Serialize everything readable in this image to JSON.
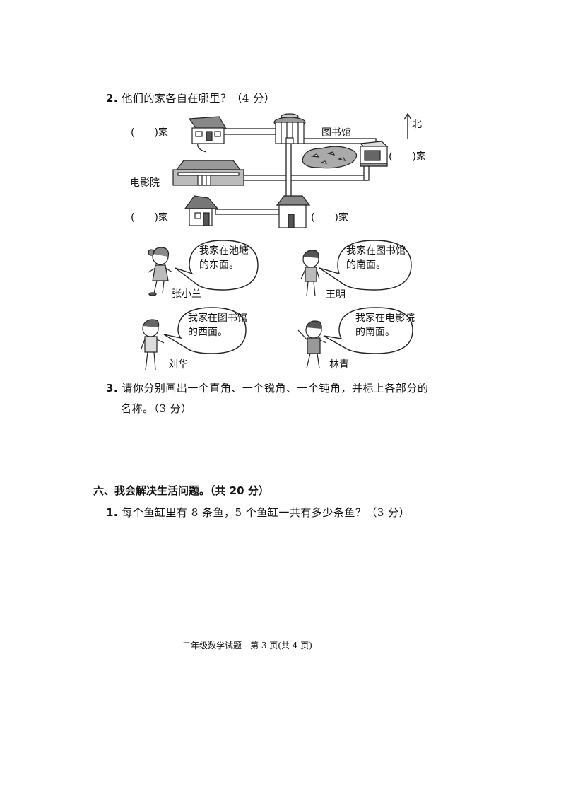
{
  "q2": {
    "number": "2.",
    "text": "他们的家各自在哪里？（4 分）",
    "map": {
      "north": "北",
      "library": "图书馆",
      "cinema": "电影院",
      "home_blank_topleft": "(　　)家",
      "home_blank_right": "(　　)家",
      "home_blank_bottomleft": "(　　)家",
      "home_blank_bottomright": "(　　)家"
    },
    "kids": [
      {
        "name": "张小兰",
        "line1": "我家在池塘",
        "line2": "的东面。"
      },
      {
        "name": "王明",
        "line1": "我家在图书馆",
        "line2": "的南面。"
      },
      {
        "name": "刘华",
        "line1": "我家在图书馆",
        "line2": "的西面。"
      },
      {
        "name": "林青",
        "line1": "我家在电影院",
        "line2": "的南面。"
      }
    ]
  },
  "q3": {
    "number": "3.",
    "line1": "请你分别画出一个直角、一个锐角、一个钝角，并标上各部分的",
    "line2": "名称。（3 分）"
  },
  "section6": {
    "title": "六、我会解决生活问题。（共 20 分）",
    "q1_number": "1.",
    "q1_text": "每个鱼缸里有 8 条鱼，5 个鱼缸一共有多少条鱼？（3 分）"
  },
  "footer": "二年级数学试题　第 3 页(共 4 页)"
}
